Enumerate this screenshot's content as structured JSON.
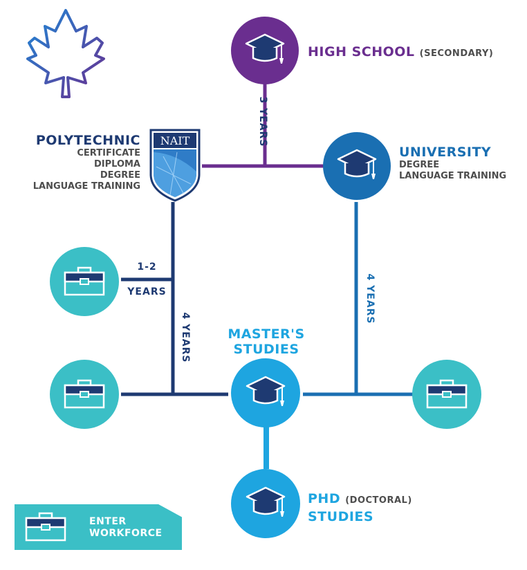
{
  "colors": {
    "purple": "#6a2e8f",
    "navy": "#1e3a72",
    "blue": "#1a6fb2",
    "light_blue": "#1ea5e0",
    "teal": "#3bbfc6",
    "gray_text": "#4d4d4d"
  },
  "high_school": {
    "title": "HIGH SCHOOL",
    "qualifier": "(SECONDARY)"
  },
  "polytechnic": {
    "title": "POLYTECHNIC",
    "credentials": [
      "CERTIFICATE",
      "DIPLOMA",
      "DEGREE",
      "LANGUAGE TRAINING"
    ],
    "logo_text": "NAIT"
  },
  "university": {
    "title": "UNIVERSITY",
    "credentials": [
      "DEGREE",
      "LANGUAGE TRAINING"
    ]
  },
  "masters": {
    "title_line1": "MASTER'S",
    "title_line2": "STUDIES"
  },
  "phd": {
    "title": "PHD",
    "qualifier": "(DOCTORAL)",
    "title_line2": "STUDIES"
  },
  "durations": {
    "highschool_to_post": "3 YEARS",
    "polytechnic_workforce_line1": "1-2",
    "polytechnic_workforce_line2": "YEARS",
    "polytechnic_to_masters": "4 YEARS",
    "university_to_masters": "4 YEARS"
  },
  "legend": {
    "line1": "ENTER",
    "line2": "WORKFORCE",
    "icon": "briefcase-icon"
  },
  "icons": {
    "education": "graduation-cap-icon",
    "workforce": "briefcase-icon",
    "brand": "maple-leaf-icon"
  }
}
